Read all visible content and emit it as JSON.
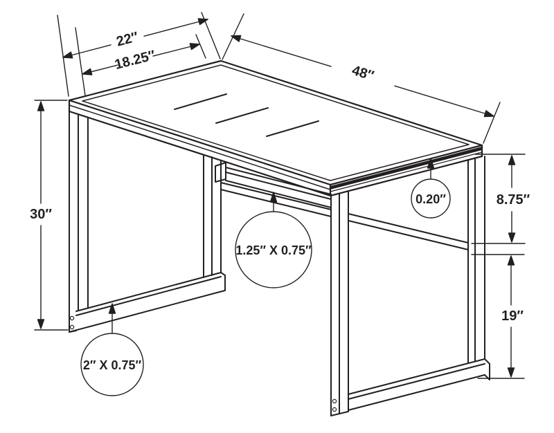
{
  "diagram": {
    "type": "furniture-dimension-drawing",
    "subject": "computer desk line drawing with dimension callouts",
    "dimensions": {
      "top_depth": "22″",
      "glass_depth": "18.25″",
      "length": "48″",
      "height": "30″",
      "glass_thickness": "0.20″",
      "top_to_rear_bar": "8.75″",
      "rear_bar_to_floor": "19″",
      "front_bar_profile": "1.25″ X 0.75″",
      "base_rail_profile": "2″ X 0.75″"
    },
    "colors": {
      "line": "#231f20",
      "background": "#ffffff"
    }
  }
}
